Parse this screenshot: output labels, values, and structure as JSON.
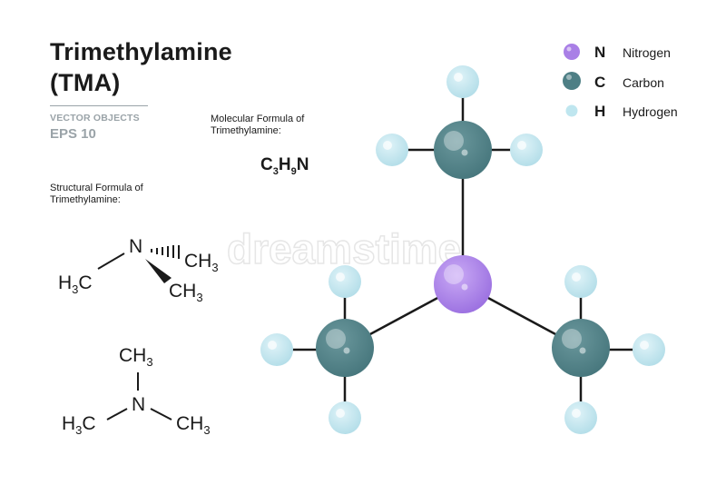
{
  "title": {
    "line1": "Trimethylamine",
    "line2": "(TMA)"
  },
  "meta": {
    "vector_objects": "VECTOR OBJECTS",
    "eps": "EPS 10"
  },
  "molecular_caption": {
    "line1": "Molecular Formula of",
    "line2": "Trimethylamine:"
  },
  "structural_caption": {
    "line1": "Structural  Formula of",
    "line2": "Trimethylamine:"
  },
  "formula": {
    "c": "C",
    "c_sub": "3",
    "h": "H",
    "h_sub": "9",
    "n": "N"
  },
  "legend": [
    {
      "symbol": "N",
      "name": "Nitrogen",
      "color": "#a97fe6"
    },
    {
      "symbol": "C",
      "name": "Carbon",
      "color": "#4e7f85"
    },
    {
      "symbol": "H",
      "name": "Hydrogen",
      "color": "#bfe6ef"
    }
  ],
  "structure_labels": {
    "n": "N",
    "c": "C",
    "h": "H",
    "sub3": "3",
    "ch": "CH"
  },
  "watermark": "dreamstime",
  "colors": {
    "nitrogen": "#a97fe6",
    "carbon": "#4e7f85",
    "hydrogen": "#bfe6ef",
    "bond": "#1a1a1a"
  }
}
